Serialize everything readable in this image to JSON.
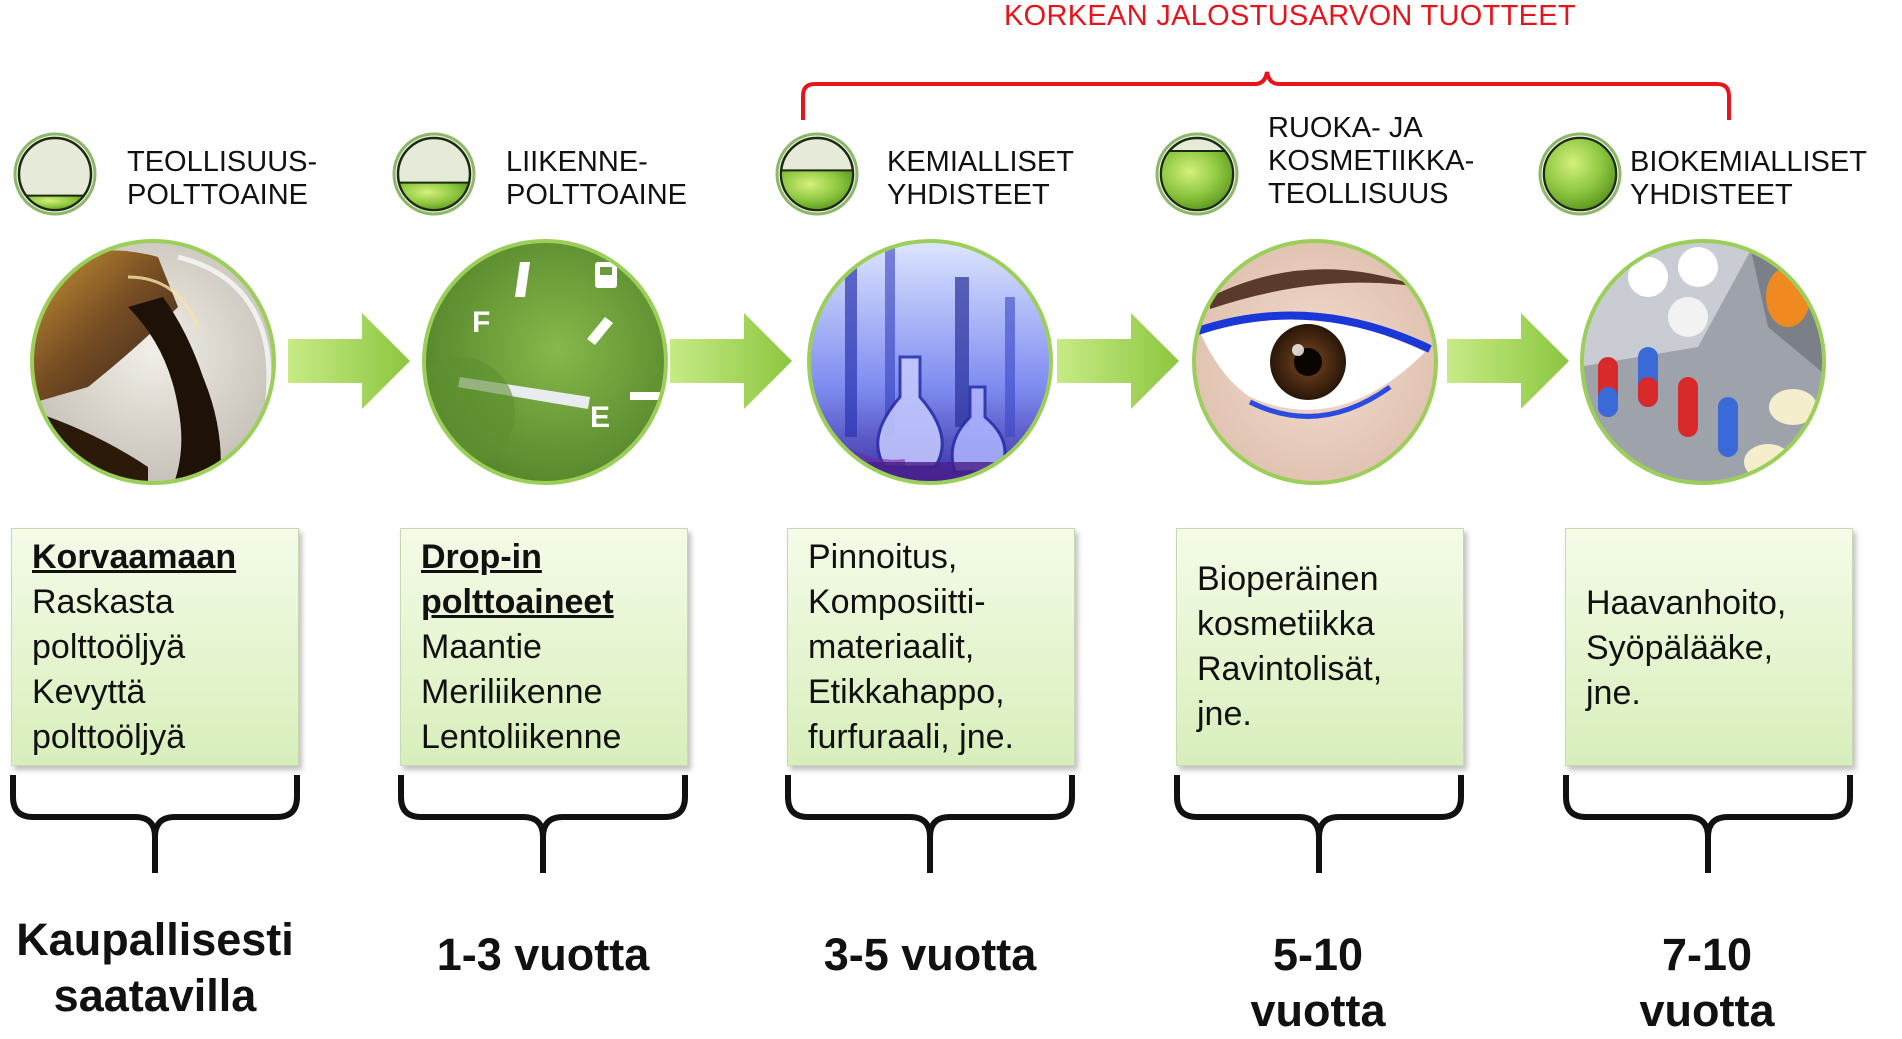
{
  "top_label": "KORKEAN JALOSTUSARVON TUOTTEET",
  "stages": [
    {
      "title_lines": [
        "TEOLLISUUS-",
        "POLTTOAINE"
      ],
      "fill_level": 0.2,
      "photo": "fuel-oil-pouring-photo",
      "desc_bold": [
        "Korvaamaan"
      ],
      "desc_lines": [
        "Raskasta",
        "polttoöljyä",
        "Kevyttä",
        "polttoöljyä"
      ],
      "time_lines": [
        "Kaupallisesti",
        "saatavilla"
      ]
    },
    {
      "title_lines": [
        "LIIKENNE-",
        "POLTTOAINE"
      ],
      "fill_level": 0.38,
      "photo": "fuel-gauge-photo",
      "desc_bold": [
        "Drop-in",
        "polttoaineet"
      ],
      "desc_lines": [
        "Maantie",
        "Meriliikenne",
        "Lentoliikenne"
      ],
      "time_lines": [
        "1-3 vuotta"
      ]
    },
    {
      "title_lines": [
        "KEMIALLISET",
        "YHDISTEET"
      ],
      "fill_level": 0.55,
      "photo": "laboratory-glassware-photo",
      "desc_bold": [],
      "desc_lines": [
        "Pinnoitus,",
        "Komposiitti-",
        "materiaalit,",
        "Etikkahappo,",
        "furfuraali, jne."
      ],
      "time_lines": [
        "3-5 vuotta"
      ]
    },
    {
      "title_lines": [
        "RUOKA- JA",
        "KOSMETIIKKA-",
        "TEOLLISUUS"
      ],
      "fill_level": 0.82,
      "photo": "eye-makeup-photo",
      "desc_bold": [],
      "desc_lines": [
        "Bioperäinen",
        "kosmetiikka",
        "Ravintolisät,",
        "jne."
      ],
      "time_lines": [
        "5-10",
        "vuotta"
      ]
    },
    {
      "title_lines": [
        "BIOKEMIALLISET",
        "YHDISTEET"
      ],
      "fill_level": 1.0,
      "photo": "pills-blister-photo",
      "desc_bold": [],
      "desc_lines": [
        "Haavanhoito,",
        "Syöpälääke,",
        "jne."
      ],
      "time_lines": [
        "7-10",
        "vuotta"
      ]
    }
  ],
  "colors": {
    "accent_red": "#e8141c",
    "green_dark": "#5e9a1c",
    "green_light": "#b8e05a",
    "box_fill": "#e4f4cd"
  }
}
